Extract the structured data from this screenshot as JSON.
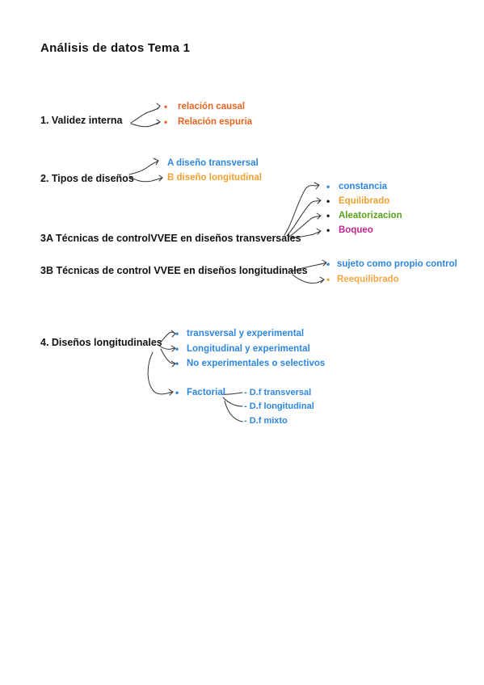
{
  "title": "Análisis de datos Tema 1",
  "colors": {
    "orange_red": "#E8641E",
    "blue": "#2E86DE",
    "amber": "#F0A030",
    "green": "#56A11C",
    "magenta": "#C4268F",
    "black": "#111111",
    "light_orange": "#F2A646"
  },
  "sections": {
    "s1": {
      "heading": "1.   Validez interna",
      "items": [
        "relación causal",
        "Relación espuria"
      ]
    },
    "s2": {
      "heading": "2. Tipos de diseños",
      "items": [
        "A diseño transversal",
        "B diseño longitudinal"
      ]
    },
    "s3a": {
      "heading": "3A  Técnicas de controlVVEE en diseños transversales",
      "items": [
        "constancia",
        "Equilibrado",
        "Aleatorizacion",
        "Boqueo"
      ]
    },
    "s3b": {
      "heading": "3B  Técnicas de control VVEE en diseños longitudinales",
      "items": [
        "sujeto como propio control",
        "Reequilibrado"
      ]
    },
    "s4": {
      "heading": "4. Diseños longitudinales",
      "items": [
        "transversal y experimental",
        "Longitudinal y experimental",
        "No experimentales o selectivos",
        "Factorial"
      ],
      "factorial_sub": [
        "- D.f transversal",
        "- D.f longitudinal",
        "- D.f mixto"
      ]
    }
  }
}
